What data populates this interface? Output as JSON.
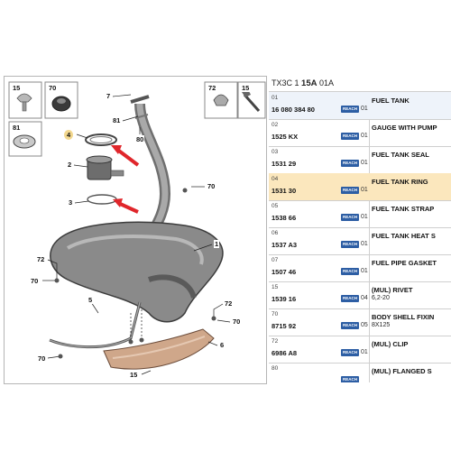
{
  "header": {
    "prefix": "TX3C 1",
    "group": "15A",
    "suffix": "01A"
  },
  "callouts": {
    "c15_tl": "15",
    "c70_tl": "70",
    "c81_tl": "81",
    "c72_tr": "72",
    "c15_tr": "15",
    "c7": "7",
    "c81": "81",
    "c80": "80",
    "c4": "4",
    "c2": "2",
    "c3": "3",
    "c70_mid": "70",
    "c1": "1",
    "c72_l": "72",
    "c70_l": "70",
    "c72_r": "72",
    "c70_r": "70",
    "c5": "5",
    "c6": "6",
    "c70_b": "70",
    "c15_b": "15"
  },
  "parts": [
    {
      "line": "01",
      "ref": "16 080 384 80",
      "badge": "REACH",
      "qty": "01",
      "desc": "FUEL TANK",
      "spec": "",
      "style": "alt"
    },
    {
      "line": "02",
      "ref": "1525 KX",
      "badge": "REACH",
      "qty": "01",
      "desc": "GAUGE WITH PUMP",
      "spec": "",
      "style": ""
    },
    {
      "line": "03",
      "ref": "1531 29",
      "badge": "REACH",
      "qty": "01",
      "desc": "FUEL TANK SEAL",
      "spec": "",
      "style": ""
    },
    {
      "line": "04",
      "ref": "1531 30",
      "badge": "REACH",
      "qty": "01",
      "desc": "FUEL TANK RING",
      "spec": "",
      "style": "hl"
    },
    {
      "line": "05",
      "ref": "1538 66",
      "badge": "REACH",
      "qty": "01",
      "desc": "FUEL TANK STRAP",
      "spec": "",
      "style": ""
    },
    {
      "line": "06",
      "ref": "1537 A3",
      "badge": "REACH",
      "qty": "01",
      "desc": "FUEL TANK HEAT S",
      "spec": "",
      "style": ""
    },
    {
      "line": "07",
      "ref": "1507 46",
      "badge": "REACH",
      "qty": "01",
      "desc": "FUEL PIPE GASKET",
      "spec": "",
      "style": ""
    },
    {
      "line": "15",
      "ref": "1539 16",
      "badge": "REACH",
      "qty": "04",
      "desc": "(MUL) RIVET",
      "spec": "6,2-20",
      "style": ""
    },
    {
      "line": "70",
      "ref": "8715 92",
      "badge": "REACH",
      "qty": "05",
      "desc": "BODY SHELL FIXIN",
      "spec": "8X125",
      "style": ""
    },
    {
      "line": "72",
      "ref": "6986 A8",
      "badge": "REACH",
      "qty": "01",
      "desc": "(MUL) CLIP",
      "spec": "",
      "style": ""
    },
    {
      "line": "80",
      "ref": "",
      "badge": "REACH",
      "qty": "",
      "desc": "(MUL) FLANGED S",
      "spec": "",
      "style": ""
    }
  ],
  "colors": {
    "highlight_row": "#fbe7bd",
    "badge": "#2d5ea4",
    "arrow": "#e0262b"
  },
  "icons": {
    "pointer": "red-arrow-icon"
  }
}
